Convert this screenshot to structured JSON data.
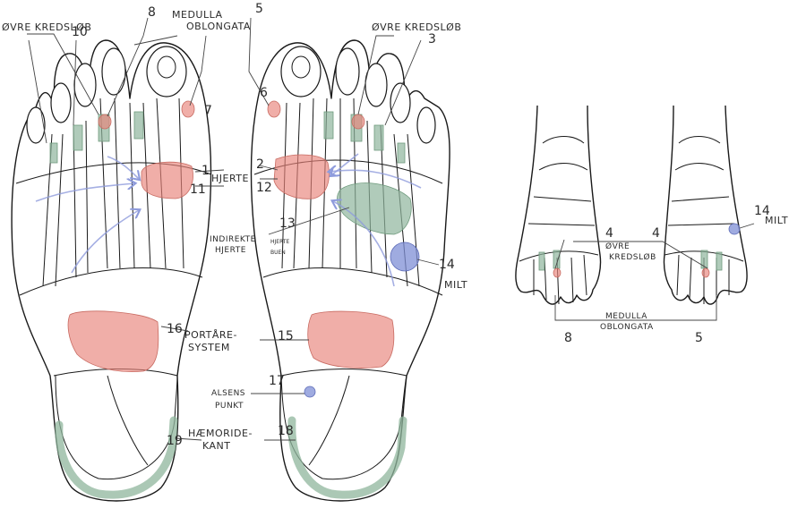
{
  "labels": {
    "upper_circulation_left": "ØVRE KREDSLØB",
    "upper_circulation_right": "ØVRE KREDSLØB",
    "upper_circulation_dorsal": "ØVRE KREDSLØB",
    "medulla_left": "MEDULLA\nOBLONGATA",
    "medulla_dorsal": "MEDULLA\nOBLONGATA",
    "heart": "HJERTE",
    "indirect_heart": "INDIREKTE\nHJERTE",
    "indirect_heart_small": "HJERTE\nBUEN",
    "spleen": "MILT",
    "spleen_dorsal": "MILT",
    "portal": "PORTÅRE-\nSYSTEM",
    "alsens": "ALSENS\nPUNKT",
    "hemorrhoid": "HÆMORIDE-\nKANT"
  },
  "numbers": {
    "n1": "1",
    "n2": "2",
    "n3": "3",
    "n5": "5",
    "n6": "6",
    "n7": "7",
    "n8": "8",
    "n10": "10",
    "n11": "11",
    "n12": "12",
    "n13": "13",
    "n14": "14",
    "n15": "15",
    "n16": "16",
    "n17": "17",
    "n18": "18",
    "n19": "19",
    "d4a": "4",
    "d4b": "4",
    "d8": "8",
    "d5": "5",
    "d14": "14"
  },
  "colors": {
    "heart_zone": "#e8837a",
    "circulation_zone": "#8fb59c",
    "spleen_point": "#7f8fd6",
    "flow_arrows": "#8e9bdc"
  }
}
